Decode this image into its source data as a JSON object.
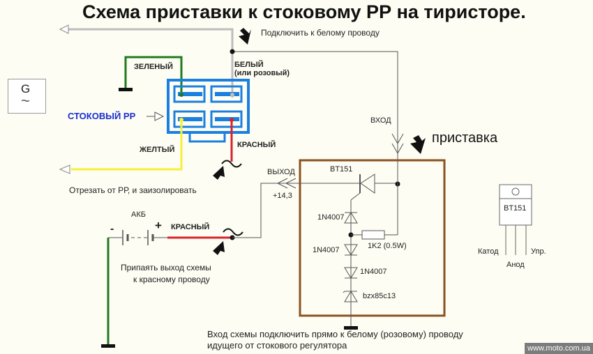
{
  "title": "Схема  приставки к стоковому РР на тиристоре.",
  "labels": {
    "connect_white": "Подключить к белому проводу",
    "green": "ЗЕЛЕНЫЙ",
    "white": "БЕЛЫЙ",
    "white_alt": "(или  розовый)",
    "stock_rr": "СТОКОВЫЙ РР",
    "yellow": "ЖЕЛТЫЙ",
    "red_top": "КРАСНЫЙ",
    "cut_note": "Отрезать от РР, и заизолировать",
    "input": "ВХОД",
    "output": "ВЫХОД",
    "output_voltage": "+14,3",
    "prefix_device": "приставка",
    "battery": "АКБ",
    "minus": "-",
    "plus": "+",
    "red_bottom": "КРАСНЫЙ",
    "solder_note_1": "Припаять выход схемы",
    "solder_note_2": "к красному проводу",
    "bottom_note_1": "Вход схемы подключить прямо к белому (розовому)  проводу",
    "bottom_note_2": "идущего от стокового регулятора",
    "generator": "G",
    "generator_symbol": "~"
  },
  "components": {
    "thyristor": "BT151",
    "diode_1": "1N4007",
    "diode_2": "1N4007",
    "diode_3": "1N4007",
    "zener": "bzx85c13",
    "resistor": "1K2 (0.5W)"
  },
  "package": {
    "name": "BT151",
    "pin_cathode": "Катод",
    "pin_anode": "Анод",
    "pin_gate": "Упр."
  },
  "wire_colors": {
    "white": "#bdbdbd",
    "green": "#1f7a1f",
    "yellow": "#f5f03a",
    "red": "#d8222a",
    "connector": "#1a7fe0",
    "box": "#8a5220",
    "stock_rr_label": "#1a2fd0"
  },
  "watermark": "www.moto.com.ua"
}
